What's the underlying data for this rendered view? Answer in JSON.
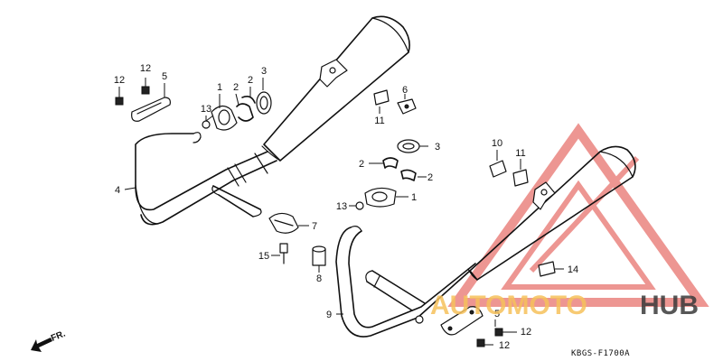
{
  "callouts": {
    "c1a": "1",
    "c2a": "2",
    "c2b": "2",
    "c3a": "3",
    "c4": "4",
    "c5a": "5",
    "c6": "6",
    "c7": "7",
    "c8": "8",
    "c9": "9",
    "c10": "10",
    "c11a": "11",
    "c11b": "11",
    "c12a": "12",
    "c12b": "12",
    "c13a": "13",
    "c3b": "3",
    "c2c": "2",
    "c2d": "2",
    "c1b": "1",
    "c13b": "13",
    "c15": "15",
    "c14": "14",
    "c5b": "5",
    "c12c": "12",
    "c12d": "12"
  },
  "diagram_code": "KBGS-F1700A",
  "direction_label": "FR.",
  "watermark": {
    "left": "AUTOMOTO",
    "right": "HUB",
    "accent_color": "#e8736e",
    "text_color": "#f6c15b",
    "dark_color": "#3a3a3a"
  }
}
